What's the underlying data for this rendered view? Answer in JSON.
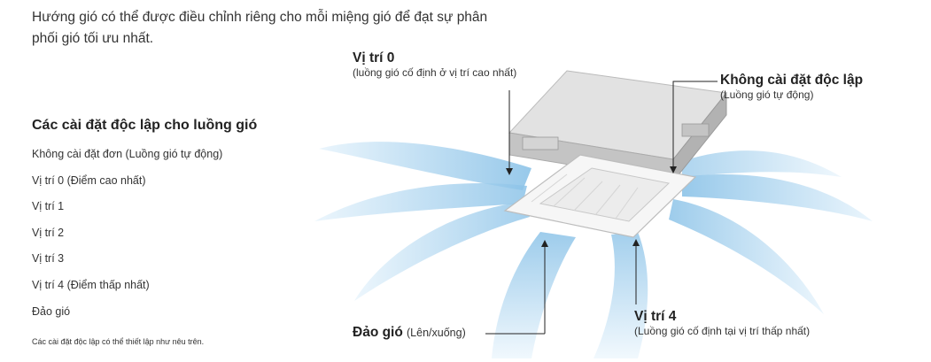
{
  "intro": "Hướng gió có thể được điều chỉnh riêng cho mỗi miệng gió để đạt sự phân phối gió tối ưu nhất.",
  "settings": {
    "title": "Các cài đặt độc lập cho luồng gió",
    "items": [
      "Không cài đặt đơn (Luồng gió tự động)",
      "Vị trí 0 (Điểm cao nhất)",
      "Vị trí 1",
      "Vị trí 2",
      "Vị trí 3",
      "Vị trí 4 (Điểm thấp nhất)",
      "Đảo gió"
    ],
    "footnote": "Các cài đặt độc lập có thể thiết lập như nêu trên."
  },
  "callouts": {
    "pos0": {
      "title": "Vị trí 0",
      "sub": "(luồng gió cố định ở vị trí cao nhất)"
    },
    "no_setting": {
      "title": "Không cài đặt độc lập",
      "sub": "(Luồng gió tự động)"
    },
    "swing": {
      "title": "Đảo gió",
      "sub": "(Lên/xuống)"
    },
    "pos4": {
      "title": "Vị trí 4",
      "sub": "(Luồng gió cố định tại vị trí thấp nhất)"
    }
  },
  "colors": {
    "airflow": "#a9d3ee",
    "airflow_light": "#e4f2fb",
    "unit_body": "#c9c9c9",
    "panel": "#f4f4f4"
  }
}
